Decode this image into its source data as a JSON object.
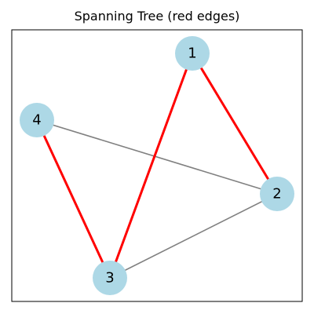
{
  "figure": {
    "title": "Spanning Tree (red edges)"
  },
  "graph": {
    "nodes": [
      {
        "id": "1",
        "label": "1"
      },
      {
        "id": "2",
        "label": "2"
      },
      {
        "id": "3",
        "label": "3"
      },
      {
        "id": "4",
        "label": "4"
      }
    ],
    "edges": [
      {
        "source": "1",
        "target": "2",
        "in_spanning_tree": true
      },
      {
        "source": "1",
        "target": "3",
        "in_spanning_tree": true
      },
      {
        "source": "3",
        "target": "4",
        "in_spanning_tree": true
      },
      {
        "source": "2",
        "target": "4",
        "in_spanning_tree": false
      },
      {
        "source": "2",
        "target": "3",
        "in_spanning_tree": false
      }
    ]
  },
  "colors": {
    "node_fill": "#add8e6",
    "tree_edge": "#ff0000",
    "other_edge": "#808080",
    "frame": "#000000"
  }
}
